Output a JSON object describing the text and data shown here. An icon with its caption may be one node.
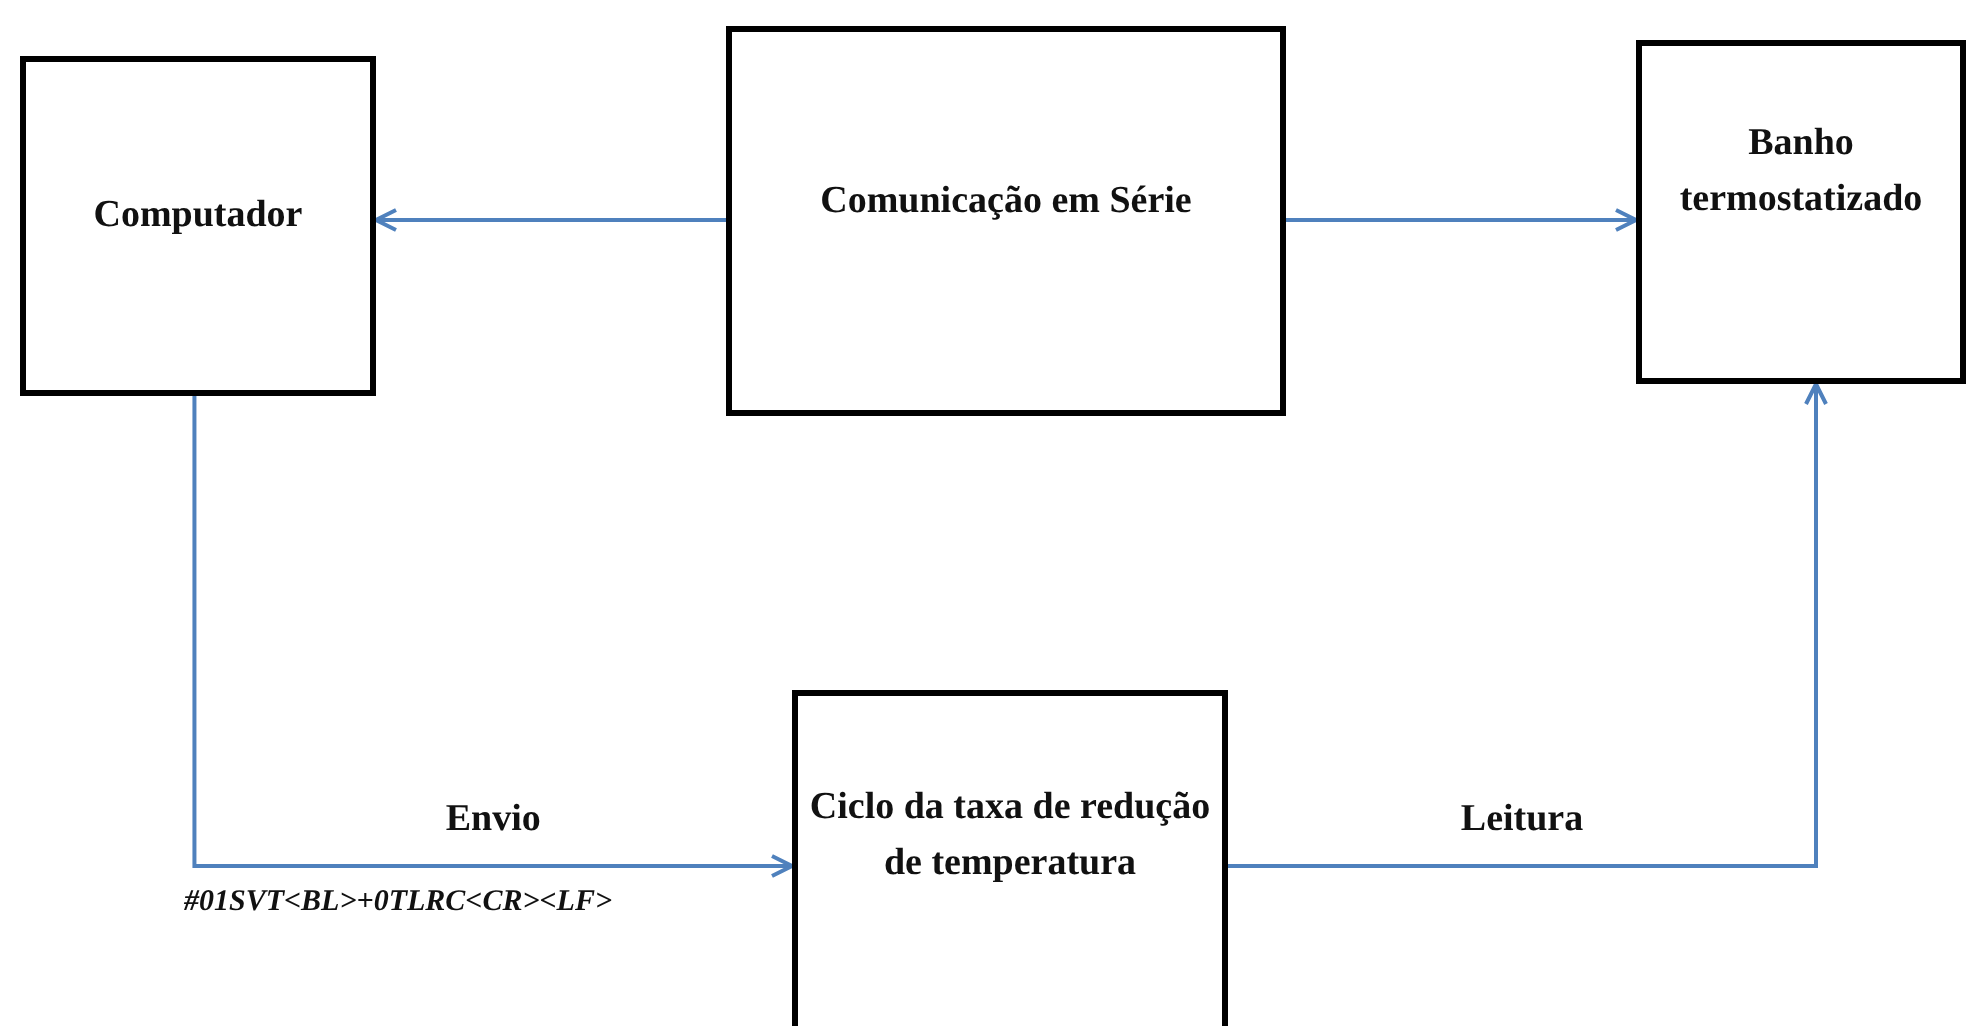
{
  "diagram": {
    "nodes": [
      {
        "text": [
          "Computador"
        ]
      },
      {
        "text": [
          "Comunicação em Série"
        ]
      },
      {
        "text": [
          "Banho termostatizado"
        ]
      },
      {
        "text": [
          "Ciclo da taxa de redução de temperatura"
        ]
      }
    ],
    "edges": [
      {
        "from": 1,
        "to": 0,
        "arrow": "to"
      },
      {
        "from": 1,
        "to": 2,
        "arrow": "to"
      },
      {
        "from": 0,
        "to": 3,
        "arrow": "to",
        "label": "Envio"
      },
      {
        "from": 3,
        "to": 2,
        "arrow": "to",
        "label": "Leitura"
      }
    ],
    "labels": [
      "#01SVT<BL>+0TLRC<CR><LF>"
    ]
  }
}
